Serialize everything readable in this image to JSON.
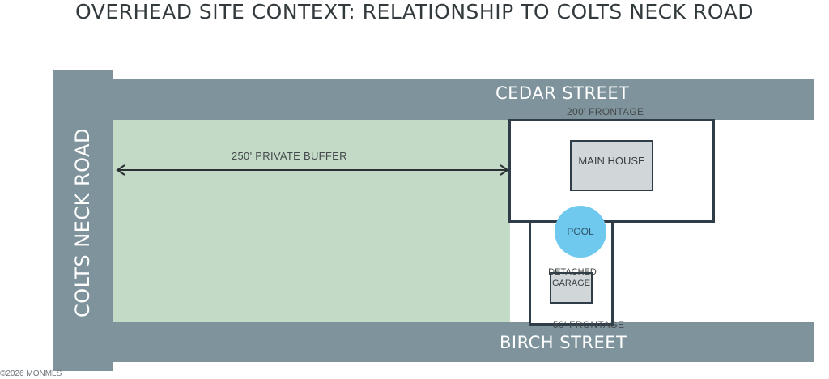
{
  "title": "OVERHEAD SITE CONTEXT: RELATIONSHIP TO COLTS NECK ROAD",
  "roads": {
    "colts_neck": "COLTS NECK ROAD",
    "cedar": "CEDAR STREET",
    "birch": "BIRCH STREET"
  },
  "labels": {
    "cedar_frontage": "200' FRONTAGE",
    "birch_frontage": "50' FRONTAGE",
    "buffer": "250' PRIVATE BUFFER"
  },
  "buildings": {
    "main_house": "MAIN HOUSE",
    "pool": "POOL",
    "garage_line1": "DETACHED",
    "garage_line2": "GARAGE"
  },
  "watermark": "©2026 MONMLS",
  "colors": {
    "road": "#7e939b",
    "buffer": "#c3dac6",
    "lot_outline": "#2e3d47",
    "building": "#d1d6d9",
    "pool": "#6fc8ee"
  }
}
